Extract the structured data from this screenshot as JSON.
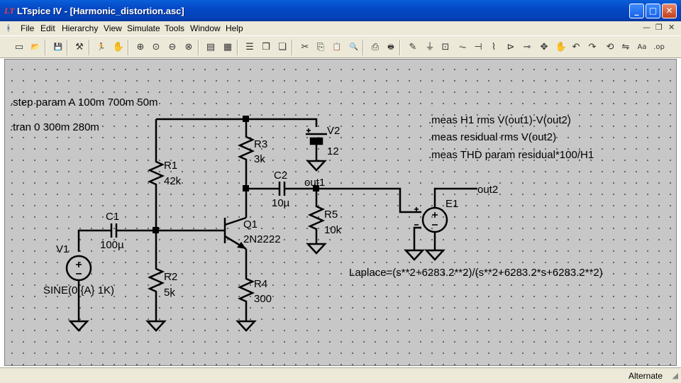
{
  "window": {
    "app_icon": "ltspice-icon",
    "title": "LTspice IV - [Harmonic_distortion.asc]",
    "buttons": {
      "minimize": "_",
      "maximize": "□",
      "close": "✕"
    }
  },
  "menubar": {
    "items": [
      "File",
      "Edit",
      "Hierarchy",
      "View",
      "Simulate",
      "Tools",
      "Window",
      "Help"
    ],
    "mdi_controls": {
      "minimize": "—",
      "restore": "❐",
      "close": "✕"
    }
  },
  "toolbar": {
    "icons": [
      {
        "name": "new-schematic-icon",
        "glyph": "▭"
      },
      {
        "name": "open-icon",
        "glyph": "📂"
      },
      {
        "name": "save-icon",
        "glyph": "💾"
      },
      {
        "name": "control-panel-icon",
        "glyph": "⚒"
      },
      {
        "name": "run-icon",
        "glyph": "🏃"
      },
      {
        "name": "pan-icon",
        "glyph": "✋"
      },
      {
        "name": "zoom-in-icon",
        "glyph": "⊕"
      },
      {
        "name": "zoom-full-icon",
        "glyph": "⊙"
      },
      {
        "name": "zoom-out-icon",
        "glyph": "⊖"
      },
      {
        "name": "zoom-cancel-icon",
        "glyph": "⊗"
      },
      {
        "name": "autorange-icon",
        "glyph": "▤"
      },
      {
        "name": "mark-unref-icon",
        "glyph": "▦"
      },
      {
        "name": "tile-horizontal-icon",
        "glyph": "☰"
      },
      {
        "name": "cascade-icon",
        "glyph": "❒"
      },
      {
        "name": "tile-vertical-icon",
        "glyph": "❏"
      },
      {
        "name": "cut-icon",
        "glyph": "✂"
      },
      {
        "name": "copy-icon",
        "glyph": "⎘"
      },
      {
        "name": "paste-icon",
        "glyph": "📋"
      },
      {
        "name": "find-icon",
        "glyph": "🔍"
      },
      {
        "name": "print-preview-icon",
        "glyph": "⎙"
      },
      {
        "name": "print-icon",
        "glyph": "🖶"
      },
      {
        "name": "draw-wire-icon",
        "glyph": "✎"
      },
      {
        "name": "ground-icon",
        "glyph": "⏚"
      },
      {
        "name": "label-net-icon",
        "glyph": "⊡"
      },
      {
        "name": "resistor-icon",
        "glyph": "⏦"
      },
      {
        "name": "capacitor-icon",
        "glyph": "⊣"
      },
      {
        "name": "inductor-icon",
        "glyph": "⌇"
      },
      {
        "name": "diode-icon",
        "glyph": "⊳"
      },
      {
        "name": "component-icon",
        "glyph": "⊸"
      },
      {
        "name": "move-icon",
        "glyph": "✥"
      },
      {
        "name": "drag-icon",
        "glyph": "✋"
      },
      {
        "name": "undo-icon",
        "glyph": "↶"
      },
      {
        "name": "redo-icon",
        "glyph": "↷"
      },
      {
        "name": "rotate-icon",
        "glyph": "⟲"
      },
      {
        "name": "mirror-icon",
        "glyph": "⇋"
      },
      {
        "name": "text-icon",
        "glyph": "Aa"
      },
      {
        "name": "spice-directive-icon",
        "glyph": ".op"
      }
    ]
  },
  "schematic": {
    "directives": {
      "step": ".step param A 100m 700m 50m",
      "tran": ".tran 0 300m 280m",
      "meas_h1": ".meas H1 rms V(out1)-V(out2)",
      "meas_residual": ".meas residual rms V(out2)",
      "meas_thd": ".meas THD param residual*100/H1",
      "laplace": "Laplace=(s**2+6283.2**2)/(s**2+6283.2*s+6283.2**2)"
    },
    "components": {
      "r1": {
        "name": "R1",
        "value": "42k"
      },
      "r2": {
        "name": "R2",
        "value": "5k"
      },
      "r3": {
        "name": "R3",
        "value": "3k"
      },
      "r4": {
        "name": "R4",
        "value": "300"
      },
      "r5": {
        "name": "R5",
        "value": "10k"
      },
      "c1": {
        "name": "C1",
        "value": "100µ"
      },
      "c2": {
        "name": "C2",
        "value": "10µ"
      },
      "q1": {
        "name": "Q1",
        "value": "2N2222"
      },
      "v1": {
        "name": "V1",
        "value": "SINE(0 {A} 1K)"
      },
      "v2": {
        "name": "V2",
        "value": "12"
      },
      "e1": {
        "name": "E1"
      }
    },
    "nets": {
      "out1": "out1",
      "out2": "out2"
    }
  },
  "statusbar": {
    "text": "Alternate"
  }
}
